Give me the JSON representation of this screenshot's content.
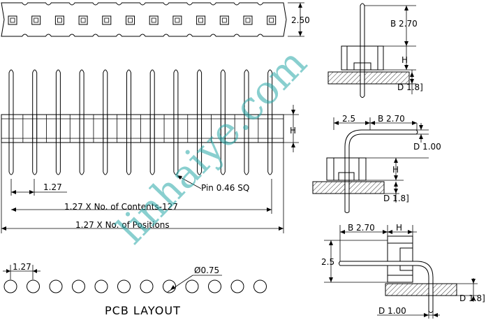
{
  "top_view": {
    "dim_height": "2.50"
  },
  "front_view": {
    "pitch": "1.27",
    "pin_note": "Pin 0.46 SQ",
    "dim_contents": "1.27 X No. of Contents-127",
    "dim_positions": "1.27 X No. of Positions",
    "dim_h": "H"
  },
  "side_straight": {
    "dim_b": "B 2.70",
    "dim_h": "H",
    "dim_d": "D 1.8]"
  },
  "side_right_angle_1": {
    "dim_a": "2.5",
    "dim_b": "B 2.70",
    "dim_d_top": "D 1.00",
    "dim_h": "H",
    "dim_d_bottom": "D 1.8]"
  },
  "side_right_angle_2": {
    "dim_b": "B 2.70",
    "dim_h": "H",
    "dim_a": "2.5",
    "dim_d_right": "D 1.8]",
    "dim_d_bottom": "D 1.00"
  },
  "pcb_layout": {
    "pitch": "1.27",
    "hole": "Ø0.75",
    "title": "PCB LAYOUT"
  },
  "watermark": "linhaiye.com"
}
